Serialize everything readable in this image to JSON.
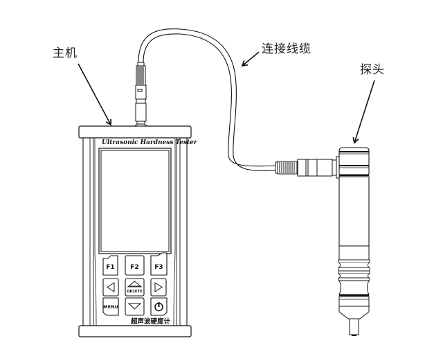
{
  "labels": {
    "host": "主机",
    "cable": "连接线缆",
    "probe": "探头"
  },
  "device": {
    "brand_text": "Ultrasonic Hardness Tester",
    "model_name_cn": "超声波硬度计",
    "keys": {
      "f1": "F1",
      "f2": "F2",
      "f3": "F3",
      "left": "◁",
      "delete": "DELETE",
      "right": "▷",
      "menu": "MENU",
      "down": "▽",
      "power": "⏻"
    }
  },
  "colors": {
    "line": "#111111",
    "background": "#ffffff",
    "gray_line": "#777777"
  }
}
